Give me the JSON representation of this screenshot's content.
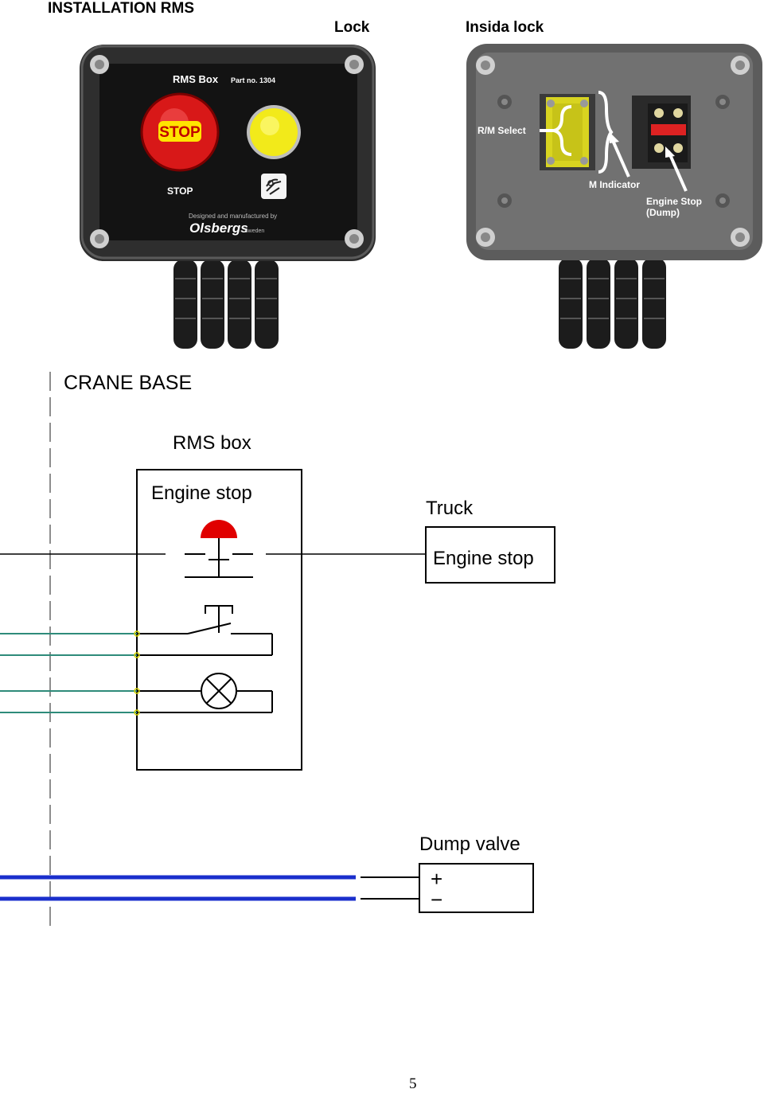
{
  "header": {
    "title": "INSTALLATION RMS",
    "lock_caption": "Lock",
    "inside_caption": "Insida lock"
  },
  "rms_front": {
    "box_title": "RMS Box",
    "part_no": "Part no. 1304",
    "stop_button_text": "STOP",
    "stop_label": "STOP",
    "designed_text": "Designed and manufactured by",
    "brand": "Olsbergs",
    "country": "Sweden"
  },
  "rms_inside": {
    "rm_select": "R/M Select",
    "m_indicator": "M Indicator",
    "engine_stop_line1": "Engine Stop",
    "engine_stop_line2": "(Dump)"
  },
  "diagram": {
    "crane_base": "CRANE BASE",
    "rms_box": "RMS box",
    "engine_stop": "Engine stop",
    "truck": "Truck",
    "truck_box": "Engine stop",
    "dump_valve": "Dump valve",
    "plus": "+",
    "minus": "−"
  },
  "colors": {
    "green_wire": "#2e8b7a",
    "blue_wire": "#1a2fcc",
    "mushroom_red": "#e00000",
    "box_body": "#2c2c2c",
    "box_face": "#141414",
    "inside_plate": "#6b6b6b"
  },
  "footer": {
    "page_number": "5"
  }
}
